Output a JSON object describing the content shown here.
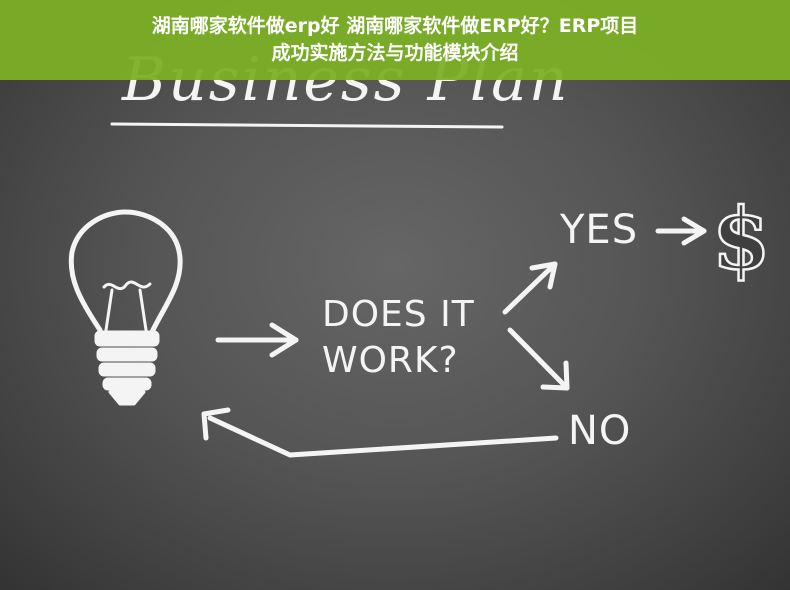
{
  "banner": {
    "title_line_1": "湖南哪家软件做erp好 湖南哪家软件做ERP好？ERP项目",
    "title_line_2": "成功实施方法与功能模块介绍",
    "color": "#7cb026"
  },
  "board": {
    "heading": "Business Plan",
    "question_line_1": "DOES IT",
    "question_line_2": "WORK?",
    "yes_label": "YES",
    "no_label": "NO",
    "dollar_symbol": "$",
    "chalk_color": "#f4f4f4",
    "icons": [
      "lightbulb-icon",
      "arrow-right-icon",
      "dollar-icon"
    ]
  }
}
